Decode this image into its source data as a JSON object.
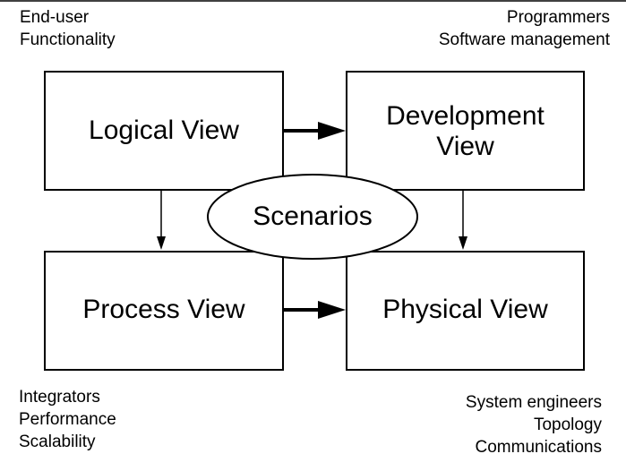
{
  "views": {
    "logical": {
      "label": "Logical View"
    },
    "development": {
      "label_line1": "Development",
      "label_line2": "View"
    },
    "process": {
      "label": "Process View"
    },
    "physical": {
      "label": "Physical View"
    },
    "scenarios": {
      "label": "Scenarios"
    }
  },
  "stakeholders": {
    "logical": [
      "End-user",
      "Functionality"
    ],
    "development": [
      "Programmers",
      "Software management"
    ],
    "process": [
      "Integrators",
      "Performance",
      "Scalability"
    ],
    "physical": [
      "System engineers",
      "Topology",
      "Communications"
    ]
  },
  "colors": {
    "stroke": "#000000",
    "background": "#ffffff"
  }
}
